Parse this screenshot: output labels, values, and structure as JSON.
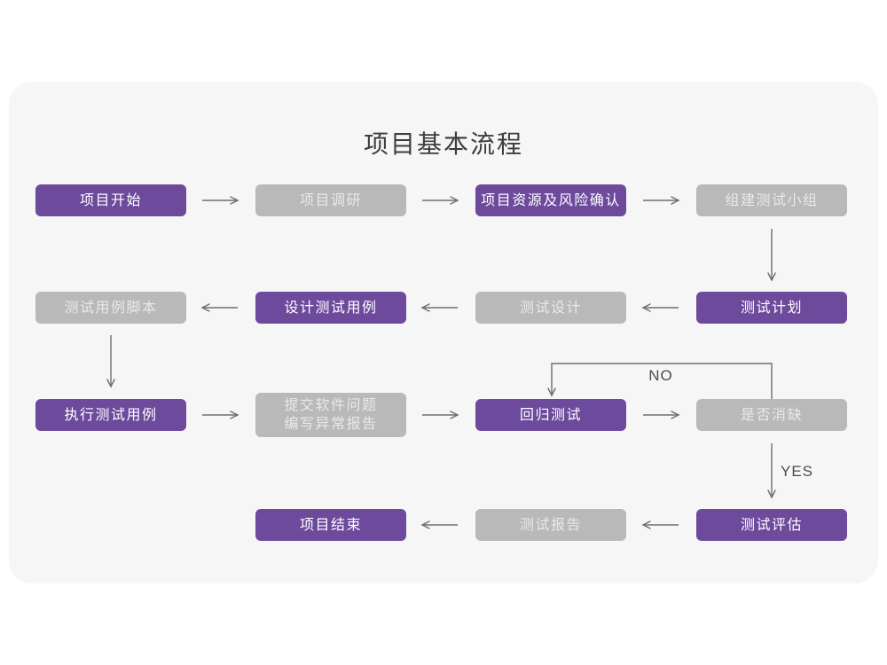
{
  "title": "项目基本流程",
  "colors": {
    "accent_purple": "#6d4a9c",
    "node_gray": "#b9b9b9",
    "card_background": "#f6f6f7",
    "arrow": "#6e6e6e"
  },
  "edge_labels": {
    "no": "NO",
    "yes": "YES"
  },
  "nodes": [
    {
      "id": "project-start",
      "label": "项目开始",
      "variant": "purple"
    },
    {
      "id": "project-research",
      "label": "项目调研",
      "variant": "gray"
    },
    {
      "id": "resources-risk",
      "label": "项目资源及风险确认",
      "variant": "purple"
    },
    {
      "id": "build-test-team",
      "label": "组建测试小组",
      "variant": "gray"
    },
    {
      "id": "test-plan",
      "label": "测试计划",
      "variant": "purple"
    },
    {
      "id": "test-design",
      "label": "测试设计",
      "variant": "gray"
    },
    {
      "id": "design-test-cases",
      "label": "设计测试用例",
      "variant": "purple"
    },
    {
      "id": "test-case-scripts",
      "label": "测试用例脚本",
      "variant": "gray"
    },
    {
      "id": "execute-test-cases",
      "label": "执行测试用例",
      "variant": "purple"
    },
    {
      "id": "submit-issue-report",
      "label": "提交软件问题\n编写异常报告",
      "variant": "gray"
    },
    {
      "id": "regression-test",
      "label": "回归测试",
      "variant": "purple"
    },
    {
      "id": "defect-cleared",
      "label": "是否消缺",
      "variant": "gray"
    },
    {
      "id": "test-evaluation",
      "label": "测试评估",
      "variant": "purple"
    },
    {
      "id": "test-report",
      "label": "测试报告",
      "variant": "gray"
    },
    {
      "id": "project-end",
      "label": "项目结束",
      "variant": "purple"
    }
  ]
}
